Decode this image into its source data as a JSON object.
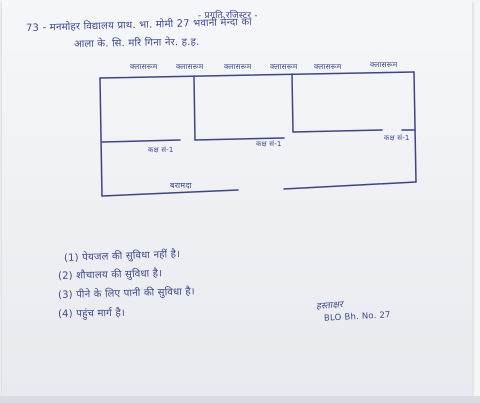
{
  "document": {
    "header_title": "- प्रगति रजिस्टर -",
    "line1": "73 - मनमोहर विद्यालय प्राथ. भा. मोमी 27 भवानी मेन्दा का",
    "line2": "आला के. सि. मरि गिना नेर. ह.ह.",
    "room_labels": [
      "क्लासरूम",
      "क्लासरूम",
      "क्लासरूम",
      "क्लासरूम",
      "क्लासरूम",
      "क्लासरूम"
    ],
    "room_numbers": [
      "कक्ष सं-1",
      "कक्ष सं-1",
      "कक्ष सं-1"
    ],
    "verandah_label": "बरामदा",
    "facilities": [
      "(1) पेयजल की सुविधा नहीं है।",
      "(2) शौचालय की सुविधा है।",
      "(3) पीने के लिए पानी की सुविधा है।",
      "(4) पहुंच मार्ग है।"
    ],
    "signature": "हस्ताक्षर",
    "signature_note": "BLO Bh. No. 27"
  }
}
